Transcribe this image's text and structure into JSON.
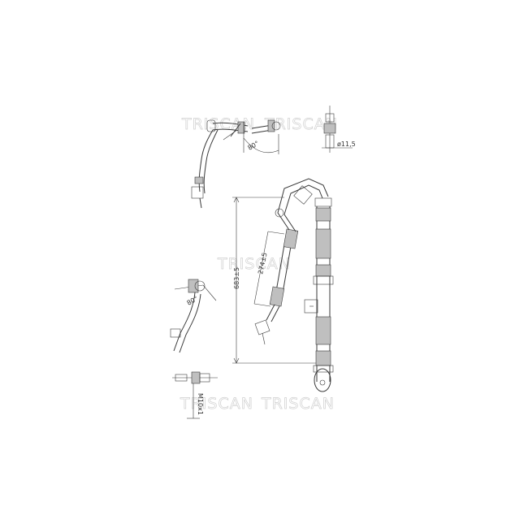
{
  "watermark": "TRISCAN",
  "dimensions": {
    "overall_length": "683±5",
    "section_length": "274±5",
    "bend_angle_top": "80°",
    "bend_angle_left": "80°",
    "fitting_diameter": "ø11,5",
    "thread": "M10x1"
  }
}
